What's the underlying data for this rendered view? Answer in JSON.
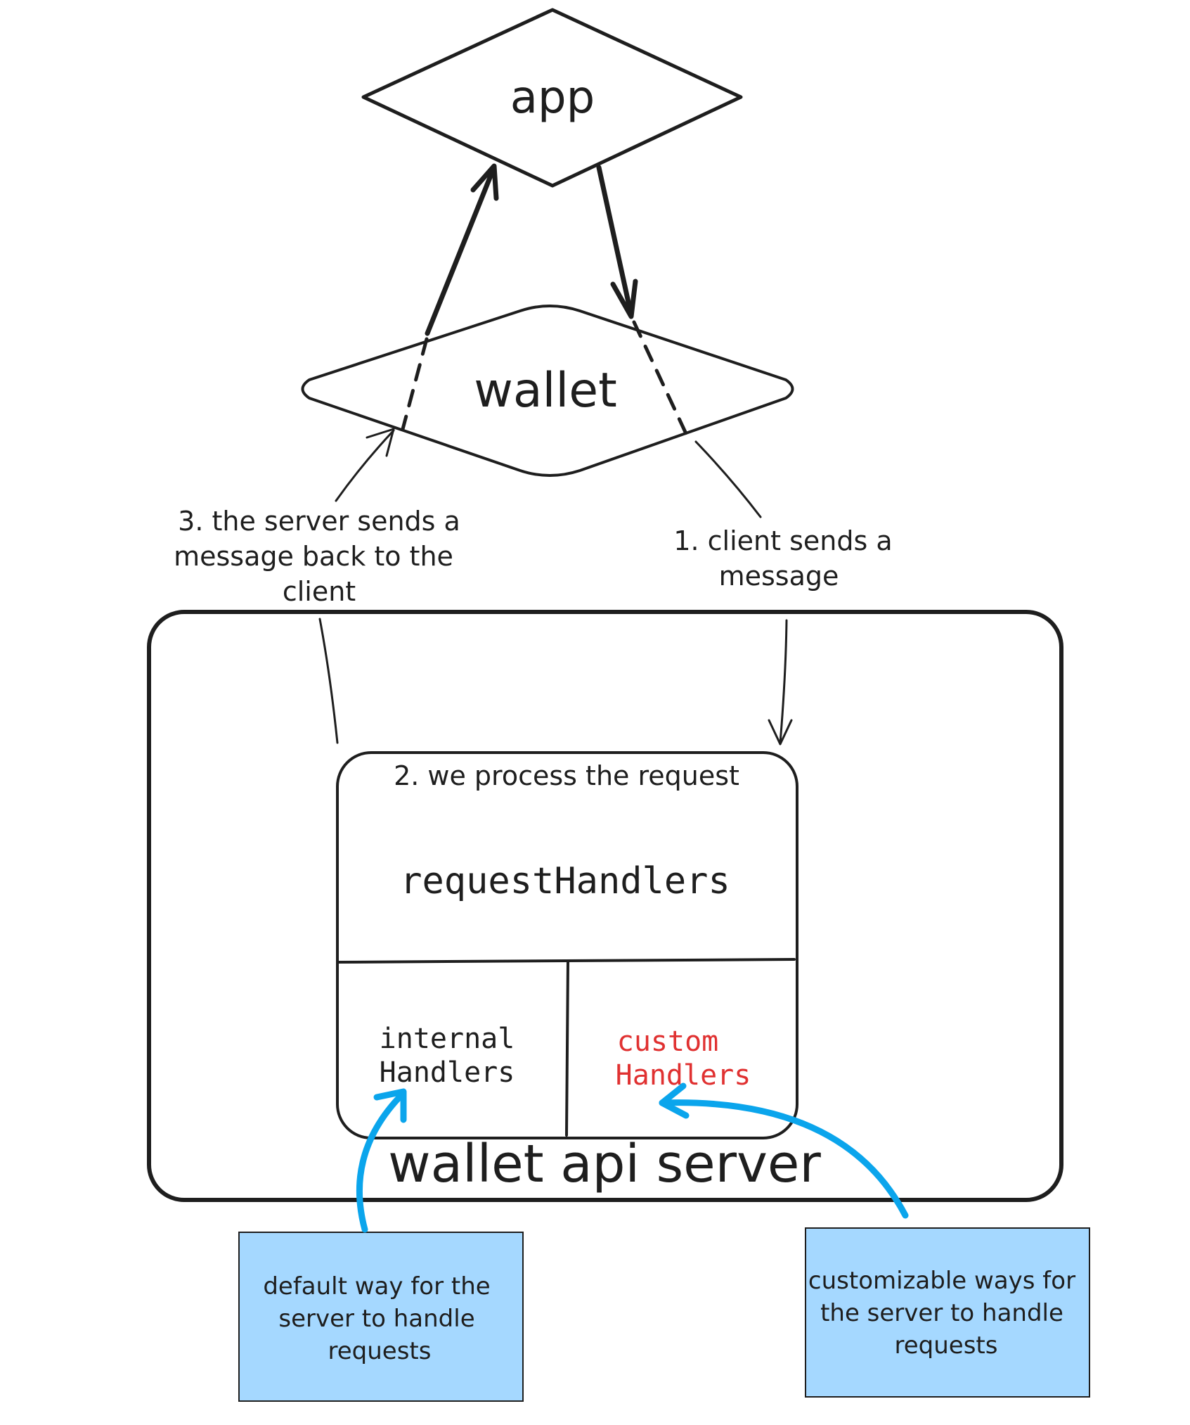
{
  "nodes": {
    "app": "app",
    "wallet": "wallet",
    "server": "wallet api server",
    "request_handlers": "requestHandlers",
    "internal_handlers": [
      "internal",
      "Handlers"
    ],
    "custom_handlers": [
      "custom",
      "Handlers"
    ]
  },
  "labels": {
    "step1": [
      "1. client sends a",
      "message"
    ],
    "step2": "2. we process the request",
    "step3": [
      "3. the server sends a",
      "message back to the",
      "client"
    ]
  },
  "notes": {
    "default": [
      "default way for the",
      "server to handle",
      "requests"
    ],
    "custom": [
      "customizable ways for",
      "the server to handle",
      "requests"
    ]
  },
  "colors": {
    "ink": "#1e1e1e",
    "custom_text": "#e03131",
    "note_fill": "#a5d8ff",
    "arrow_blue": "#0ba5ec"
  }
}
